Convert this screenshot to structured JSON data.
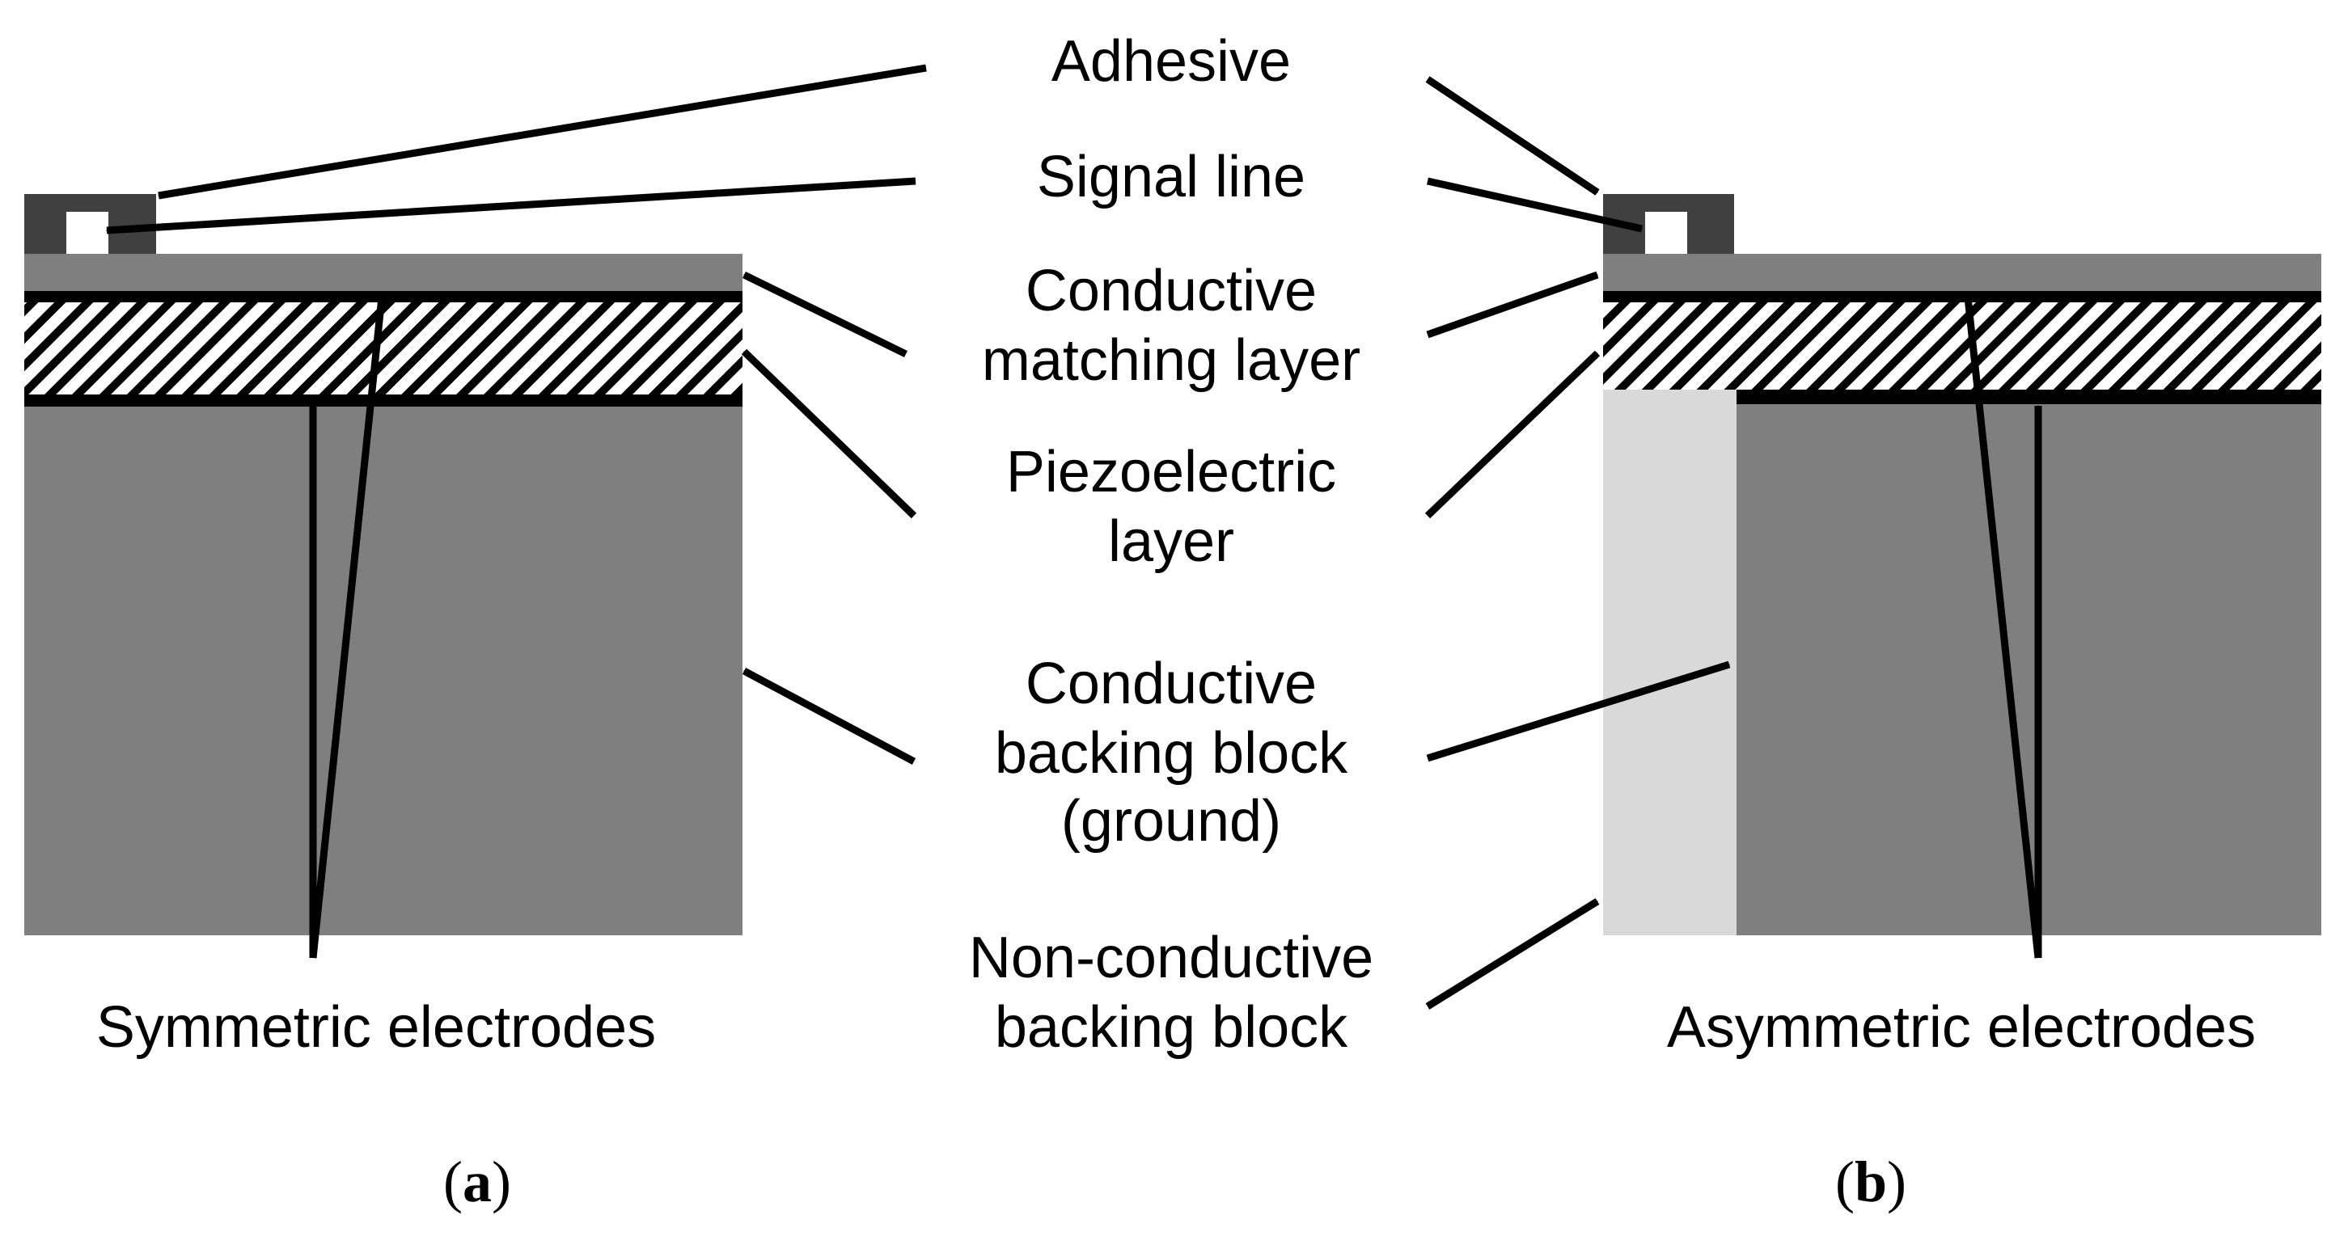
{
  "labels": {
    "adhesive": "Adhesive",
    "signal_line": "Signal line",
    "matching_1": "Conductive",
    "matching_2": "matching layer",
    "piezo_1": "Piezoelectric",
    "piezo_2": "layer",
    "backing_1": "Conductive",
    "backing_2": "backing block",
    "backing_3": "(ground)",
    "nonconductive_1": "Non-conductive",
    "nonconductive_2": "backing block",
    "symmetric": "Symmetric electrodes",
    "asymmetric": "Asymmetric electrodes"
  },
  "panels": {
    "a": {
      "open": "(",
      "letter": "a",
      "close": ")"
    },
    "b": {
      "open": "(",
      "letter": "b",
      "close": ")"
    }
  },
  "colors": {
    "conductive_backing": "#7f7f7f",
    "nonconductive_backing": "#d9d9d9",
    "adhesive": "#404040",
    "signal_line": "#ffffff",
    "electrode": "#000000",
    "hatch": "#000000"
  }
}
